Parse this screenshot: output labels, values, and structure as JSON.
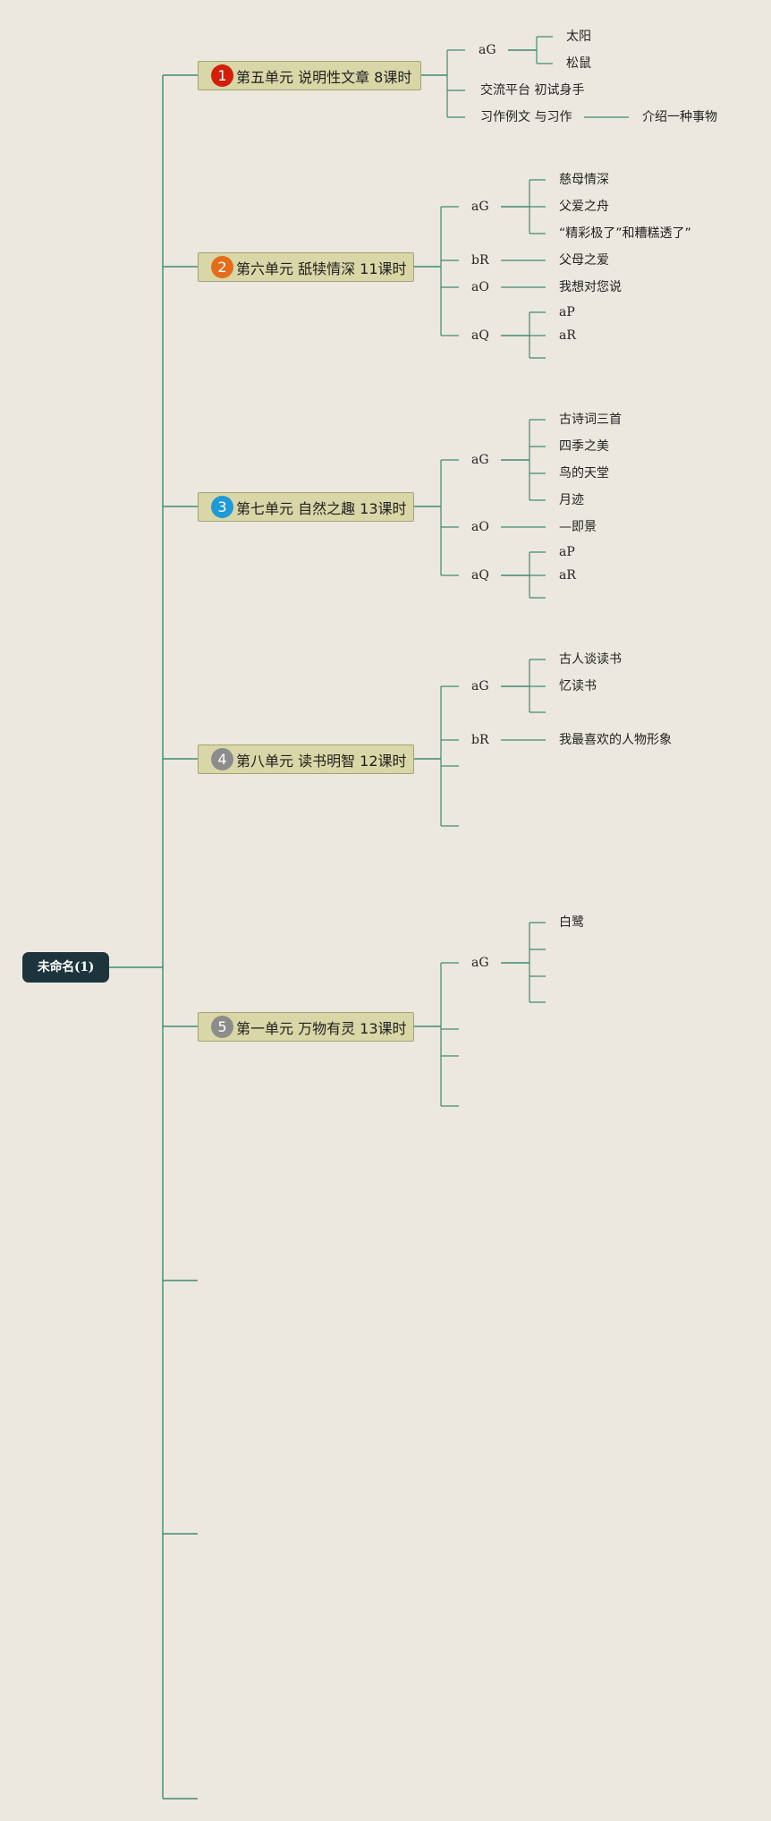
{
  "root": {
    "label": "未命名(1)"
  },
  "units": [
    {
      "badge": "1",
      "badge_color": "#d21f0a",
      "label": "第五单元 说明性文章 8课时",
      "branches": [
        {
          "label": "aG",
          "leaves": [
            "太阳",
            "松鼠"
          ]
        },
        {
          "label": "交流平台 初试身手",
          "leaves": []
        },
        {
          "label": "习作例文 与习作",
          "leaves": [
            "介绍一种事物"
          ]
        }
      ]
    },
    {
      "badge": "2",
      "badge_color": "#e46d1b",
      "label": "第六单元 舐犊情深 11课时",
      "branches": [
        {
          "label": "aG",
          "leaves": [
            "慈母情深",
            "父爱之舟",
            "“精彩极了”和糟糕透了”"
          ]
        },
        {
          "label": "bR",
          "leaves": [
            "父母之爱"
          ]
        },
        {
          "label": "aO",
          "leaves": [
            "我想对您说"
          ]
        },
        {
          "label": "aQ",
          "leaves": [
            "aP",
            "aR",
            ""
          ]
        }
      ]
    },
    {
      "badge": "3",
      "badge_color": "#1f9ad6",
      "label": "第七单元 自然之趣 13课时",
      "branches": [
        {
          "label": "aG",
          "leaves": [
            "古诗词三首",
            "四季之美",
            "鸟的天堂",
            "月迹"
          ]
        },
        {
          "label": "aO",
          "leaves": [
            "—即景"
          ]
        },
        {
          "label": "aQ",
          "leaves": [
            "aP",
            "aR",
            ""
          ]
        }
      ]
    },
    {
      "badge": "4",
      "badge_color": "#8c8c8c",
      "label": "第八单元 读书明智 12课时",
      "branches": [
        {
          "label": "aG",
          "leaves": [
            "古人谈读书",
            "忆读书",
            ""
          ]
        },
        {
          "label": "bR",
          "leaves": [
            "我最喜欢的人物形象"
          ]
        },
        {
          "label": "",
          "leaves": []
        },
        {
          "label": "",
          "leaves": []
        }
      ]
    },
    {
      "badge": "5",
      "badge_color": "#8c8c8c",
      "label": "第一单元 万物有灵 13课时",
      "branches": [
        {
          "label": "aG",
          "leaves": [
            "白鹭",
            "",
            "",
            ""
          ]
        },
        {
          "label": "",
          "leaves": []
        },
        {
          "label": "",
          "leaves": []
        },
        {
          "label": "",
          "leaves": []
        }
      ]
    }
  ],
  "colors": {
    "background": "#ece8df",
    "line": "#3f8a75",
    "root_fill": "#1d343c",
    "unit_fill": "#d9d7a7"
  }
}
